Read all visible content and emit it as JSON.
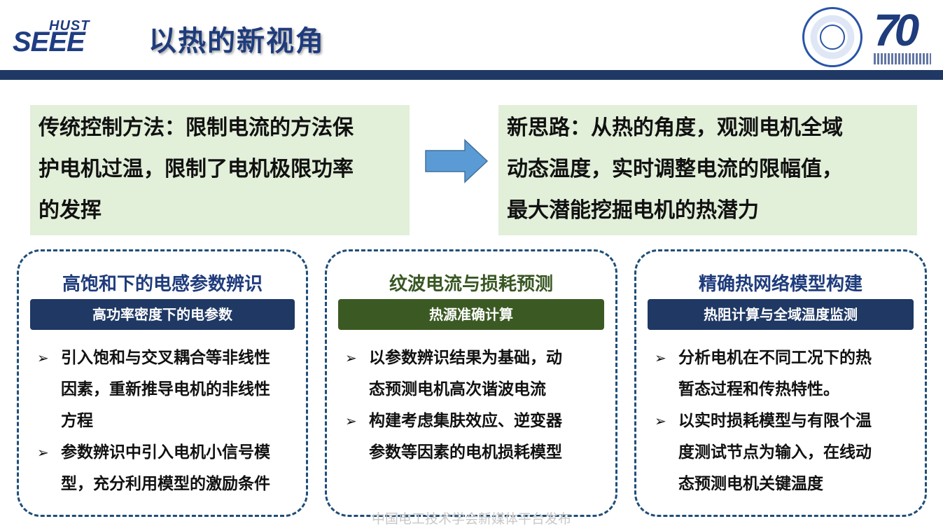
{
  "header": {
    "logo_top": "HUST",
    "logo_bottom": "SEEE",
    "title": "以热的新视角",
    "anniversary_number": "70"
  },
  "traditional": {
    "lines": [
      "传统控制方法：限制电流的方法保",
      "护电机过温，限制了电机极限功率",
      "的发挥"
    ]
  },
  "new_idea": {
    "lines": [
      "新思路：从热的角度，观测电机全域",
      "动态温度，实时调整电流的限幅值，",
      "最大潜能挖掘电机的热潜力"
    ]
  },
  "cards": [
    {
      "title": "高饱和下的电感参数辨识",
      "banner": "高功率密度下的电参数",
      "bullets": [
        [
          "引入饱和与交叉耦合等非线性",
          "因素，重新推导电机的非线性",
          "方程"
        ],
        [
          "参数辨识中引入电机小信号模",
          "型，充分利用模型的激励条件"
        ]
      ]
    },
    {
      "title": "纹波电流与损耗预测",
      "banner": "热源准确计算",
      "bullets": [
        [
          "以参数辨识结果为基础，动",
          "态预测电机高次谐波电流"
        ],
        [
          "构建考虑集肤效应、逆变器",
          "参数等因素的电机损耗模型"
        ]
      ]
    },
    {
      "title": "精确热网络模型构建",
      "banner": "热阻计算与全域温度监测",
      "bullets": [
        [
          "分析电机在不同工况下的热",
          "暂态过程和传热特性。"
        ],
        [
          "以实时损耗模型与有限个温",
          "度测试节点为输入，在线动",
          "态预测电机关键温度"
        ]
      ]
    }
  ],
  "bullet_marker": "➢",
  "watermark": "中国电工技术学会新媒体平台发布",
  "colors": {
    "navy": "#1f3864",
    "dark_green": "#3b5a23",
    "light_green_panel": "#e2efd9",
    "arrow_blue": "#5b9bd5"
  }
}
